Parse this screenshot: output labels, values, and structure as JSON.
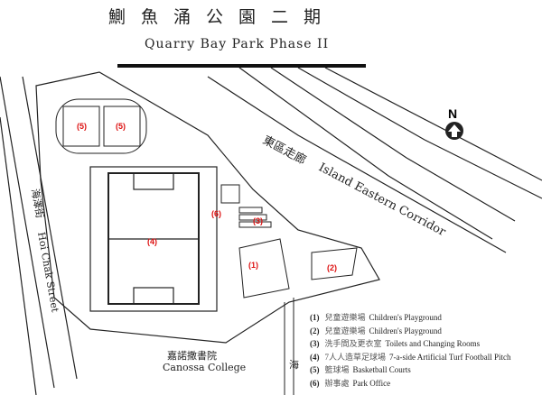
{
  "title": {
    "zh": "鰂魚涌公園二期",
    "en": "Quarry Bay Park Phase II"
  },
  "roads": {
    "corridor_zh": "東區走廊",
    "corridor_en": "Island Eastern Corridor",
    "street_zh": "海澤街",
    "street_en": "Hoi Chak Street",
    "college_zh": "嘉諾撒書院",
    "college_en": "Canossa College",
    "partial_zh": "海"
  },
  "north": "N",
  "markers": [
    "(1)",
    "(2)",
    "(3)",
    "(4)",
    "(5)",
    "(5)",
    "(6)"
  ],
  "legend": [
    {
      "num": "(1)",
      "zh": "兒童遊樂場",
      "en": "Children's Playground"
    },
    {
      "num": "(2)",
      "zh": "兒童遊樂場",
      "en": "Children's Playground"
    },
    {
      "num": "(3)",
      "zh": "洗手間及更衣室",
      "en": "Toilets and Changing Rooms"
    },
    {
      "num": "(4)",
      "zh": "7人人造草足球場",
      "en": "7-a-side Artificial Turf Football Pitch"
    },
    {
      "num": "(5)",
      "zh": "籃球場",
      "en": "Basketball Courts"
    },
    {
      "num": "(6)",
      "zh": "辦事處",
      "en": "Park Office"
    }
  ],
  "colors": {
    "marker": "#dd1111",
    "line": "#222222"
  }
}
